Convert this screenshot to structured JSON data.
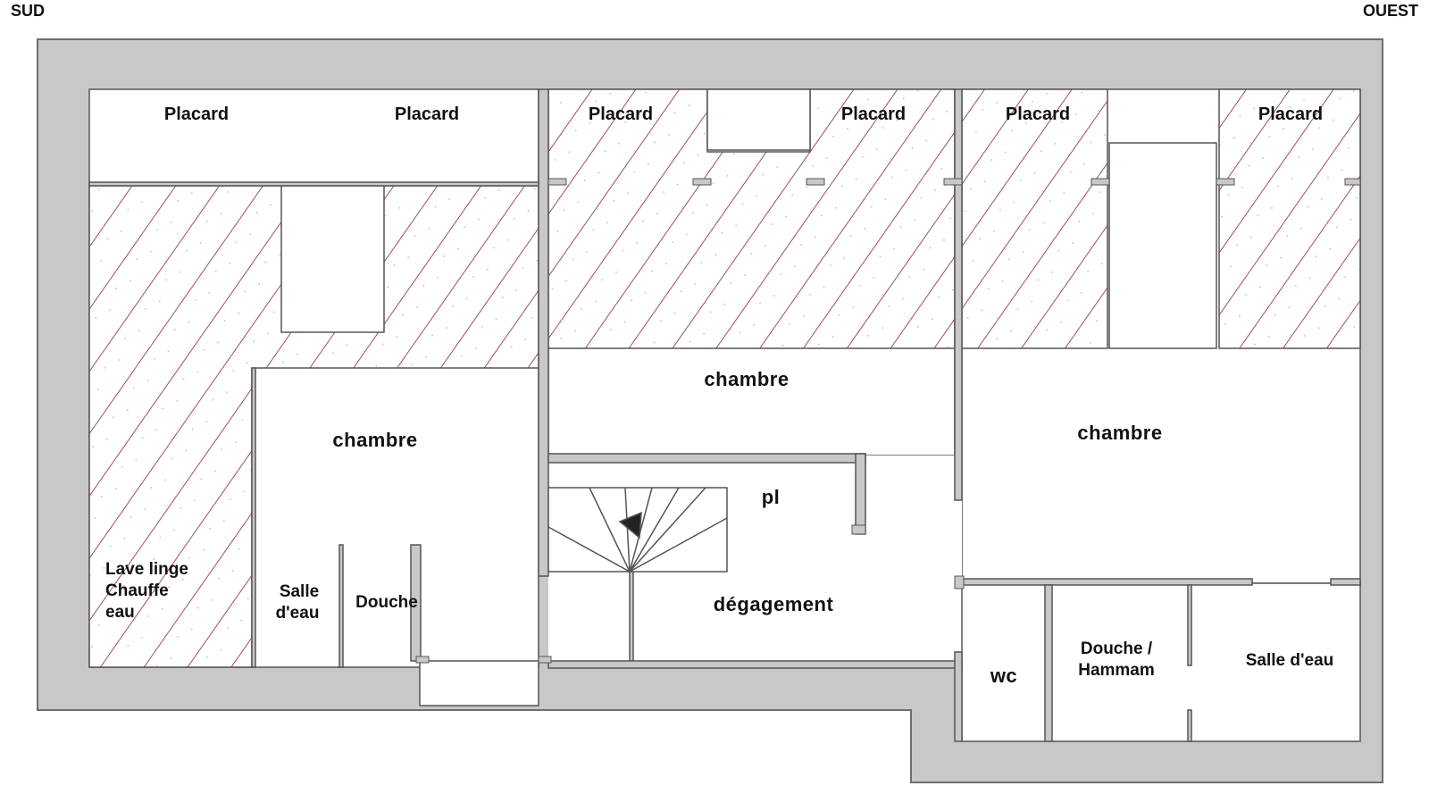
{
  "compass": {
    "left": "SUD",
    "right": "OUEST"
  },
  "labels": {
    "placard_1": "Placard",
    "placard_2": "Placard",
    "placard_3": "Placard",
    "placard_4": "Placard",
    "placard_5": "Placard",
    "placard_6": "Placard",
    "chambre_left": "chambre",
    "chambre_center": "chambre",
    "chambre_right": "chambre",
    "pl": "pl",
    "degagement": "dégagement",
    "lave_linge_1": "Lave linge",
    "lave_linge_2": "Chauffe",
    "lave_linge_3": "eau",
    "salle_deau_left_1": "Salle",
    "salle_deau_left_2": "d'eau",
    "douche": "Douche",
    "wc": "wc",
    "douche_hammam_1": "Douche /",
    "douche_hammam_2": "Hammam",
    "salle_deau_right": "Salle d'eau"
  },
  "colors": {
    "wall": "#c8c8c8",
    "wall_edge": "#6e6e6e",
    "hatch": "#a05050",
    "floor": "#ffffff"
  }
}
